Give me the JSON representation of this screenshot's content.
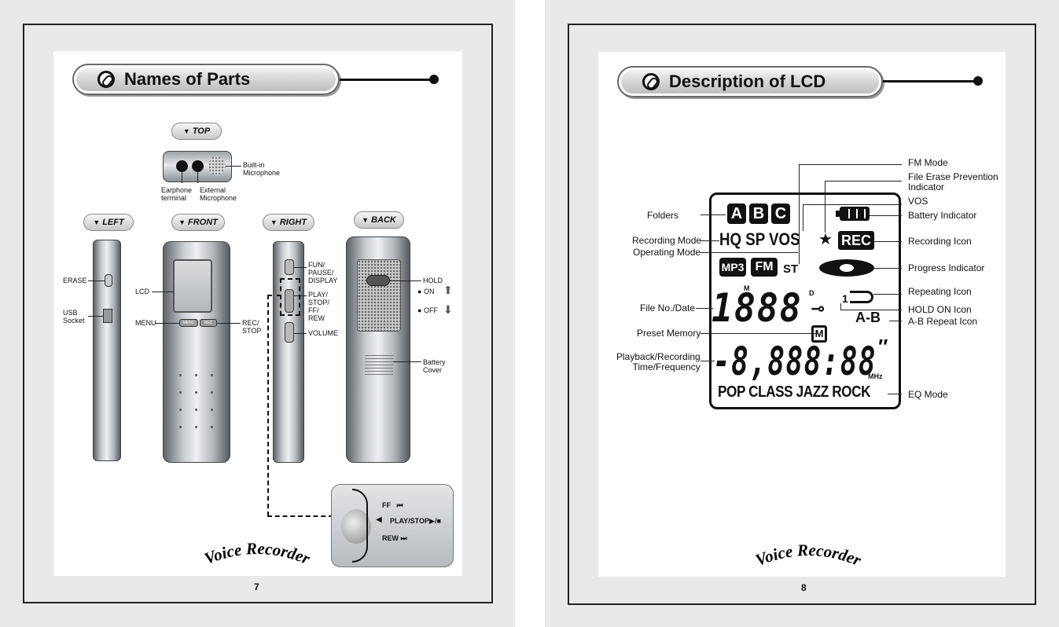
{
  "left_page": {
    "title": "Names of Parts",
    "page_number": "7",
    "footer_script": "Voice Recorder",
    "views": {
      "top": "TOP",
      "left": "LEFT",
      "front": "FRONT",
      "right": "RIGHT",
      "back": "BACK"
    },
    "top_labels": {
      "builtin_mic": "Built-in\nMicrophone",
      "earphone": "Earphone\nterminal",
      "ext_mic": "External\nMicrophone"
    },
    "left_labels": {
      "erase": "ERASE",
      "usb": "USB\nSocket"
    },
    "front_labels": {
      "lcd": "LCD",
      "menu": "MENU",
      "rec_stop": "REC/\nSTOP",
      "menu_btn": "MENU",
      "rec_btn": "REC"
    },
    "right_labels": {
      "fun": "FUN/\nPAUSE/\nDISPLAY",
      "play": "PLAY/\nSTOP/\nFF/\nREW",
      "volume": "VOLUME"
    },
    "back_labels": {
      "hold": "HOLD",
      "on": "ON",
      "off": "OFF",
      "battery": "Battery\nCover"
    },
    "inset": {
      "ff": "FF",
      "play": "PLAY/STOP▶/■",
      "rew": "REW"
    }
  },
  "right_page": {
    "title": "Description of LCD",
    "page_number": "8",
    "footer_script": "Voice Recorder",
    "lcd": {
      "folders": [
        "A",
        "B",
        "C"
      ],
      "modes": "HQ SP VOS",
      "rec": "REC",
      "mp3": "MP3",
      "fm": "FM",
      "st": "ST",
      "digits_top": "1888",
      "sup_m": "M",
      "sup_d": "D",
      "repeat_1": "1",
      "ab": "A-B",
      "m_box": "M",
      "time_digits": "-8,888:88",
      "sec_mark": "″",
      "mhz": "MHz",
      "eq": "POP CLASS JAZZ ROCK"
    },
    "callouts": {
      "fm_mode": "FM Mode",
      "file_erase": "File Erase Prevention\nIndicator",
      "vos": "VOS",
      "battery": "Battery Indicator",
      "rec_icon": "Recording Icon",
      "progress": "Progress Indicator",
      "repeating": "Repeating Icon",
      "hold_on": "HOLD ON Icon",
      "ab_repeat": "A-B Repeat Icon",
      "eq_mode": "EQ Mode",
      "folders": "Folders",
      "rec_mode": "Recording Mode",
      "op_mode": "Operating Mode",
      "file_no": "File No./Date",
      "preset": "Preset Memory",
      "playback": "Playback/Recording\nTime/Frequency"
    }
  }
}
